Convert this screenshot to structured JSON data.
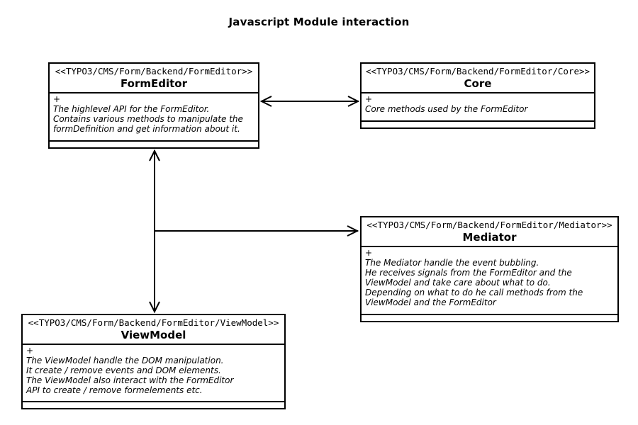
{
  "title": "Javascript Module interaction",
  "boxes": {
    "formeditor": {
      "stereotype": "<<TYPO3/CMS/Form/Backend/FormEditor>>",
      "name": "FormEditor",
      "visibility": "+",
      "description": "The highlevel API for the FormEditor.\nContains various methods to manipulate the\nformDefinition and get information about it."
    },
    "core": {
      "stereotype": "<<TYPO3/CMS/Form/Backend/FormEditor/Core>>",
      "name": "Core",
      "visibility": "+",
      "description": "Core methods used by the FormEditor"
    },
    "mediator": {
      "stereotype": "<<TYPO3/CMS/Form/Backend/FormEditor/Mediator>>",
      "name": "Mediator",
      "visibility": "+",
      "description": "The Mediator handle the event bubbling.\nHe receives signals from the FormEditor and the\nViewModel and take care about what to do.\nDepending on what to do he call methods from the\nViewModel and the FormEditor"
    },
    "viewmodel": {
      "stereotype": "<<TYPO3/CMS/Form/Backend/FormEditor/ViewModel>>",
      "name": "ViewModel",
      "visibility": "+",
      "description": "The ViewModel handle the DOM manipulation.\nIt create / remove events and DOM elements.\nThe ViewModel also interact with the FormEditor\nAPI to create / remove formelements etc."
    }
  },
  "connections": [
    {
      "from": "FormEditor",
      "to": "Core",
      "type": "bidirectional-arrow"
    },
    {
      "from": "FormEditor",
      "to": "ViewModel",
      "type": "bidirectional-arrow"
    },
    {
      "from": "FormEditor-ViewModel-link",
      "to": "Mediator",
      "type": "arrow"
    }
  ],
  "colors": {
    "line": "#000000",
    "background": "#ffffff",
    "text": "#000000"
  }
}
